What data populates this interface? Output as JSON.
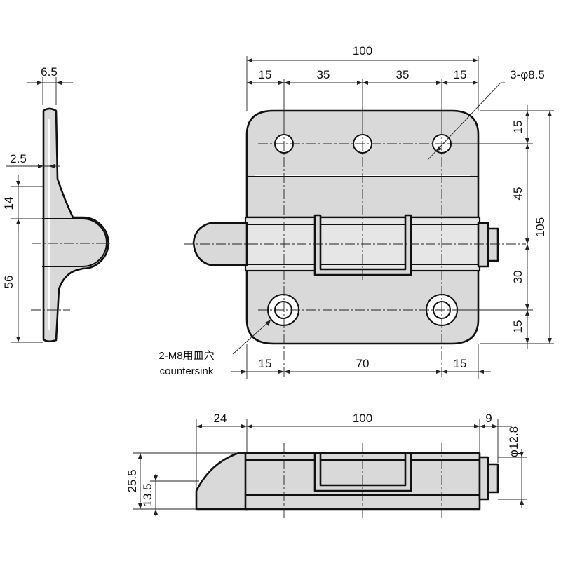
{
  "dimensions": {
    "side_top_width": "6.5",
    "side_step": "2.5",
    "side_upper": "14",
    "side_lower": "56",
    "front_total_width": "100",
    "front_hole_edge_left": "15",
    "front_hole_pitch_1": "35",
    "front_hole_pitch_2": "35",
    "front_hole_edge_right": "15",
    "front_top_holes": "3-φ8.5",
    "front_total_height": "105",
    "front_right_top": "15",
    "front_right_upper": "45",
    "front_right_middle": "30",
    "front_right_bottom": "15",
    "front_bottom_left": "15",
    "front_bottom_pitch": "70",
    "front_bottom_right": "15",
    "bottom_pin_length": "24",
    "bottom_body_length": "100",
    "bottom_nut_length": "9",
    "bottom_nut_diameter": "φ12.8",
    "bottom_total_height": "25.5",
    "bottom_pin_height": "13.5"
  },
  "notes": {
    "countersink_jp": "2-M8用皿穴",
    "countersink_en": "countersink"
  },
  "colors": {
    "metal": "#d9d9d9",
    "outline": "#111111"
  }
}
